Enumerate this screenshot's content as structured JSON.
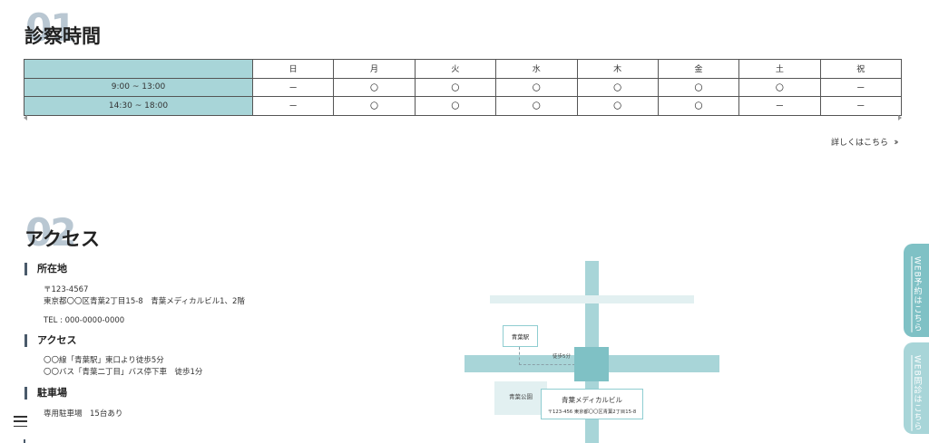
{
  "hours_section": {
    "number": "01",
    "title": "診察時間",
    "days": [
      "日",
      "月",
      "火",
      "水",
      "木",
      "金",
      "土",
      "祝"
    ],
    "rows": [
      {
        "time": "9:00 ~ 13:00",
        "marks": [
          "ー",
          "〇",
          "〇",
          "〇",
          "〇",
          "〇",
          "〇",
          "ー"
        ]
      },
      {
        "time": "14:30 ~ 18:00",
        "marks": [
          "ー",
          "〇",
          "〇",
          "〇",
          "〇",
          "〇",
          "ー",
          "ー"
        ]
      }
    ],
    "more_link": "詳しくはこちら",
    "more_icon": "double-chevron-right-icon"
  },
  "access_section": {
    "number": "02",
    "title": "アクセス",
    "location_heading": "所在地",
    "postal": "〒123-4567",
    "address": "東京都〇〇区青葉2丁目15-8　青葉メディカルビル1、2階",
    "tel": "TEL : 000-0000-0000",
    "access_heading": "アクセス",
    "access_line1": "〇〇線「青葉駅」東口より徒歩5分",
    "access_line2": "〇〇バス「青葉二丁目」バス停下車　徒歩1分",
    "parking_heading": "駐車場",
    "parking_text": "専用駐車場　15台あり"
  },
  "map": {
    "station": "青葉駅",
    "walk": "徒歩5分",
    "park": "青葉公園",
    "building_name": "青葉メディカルビル",
    "building_address": "〒123-456 東京都〇〇区青葉2丁目15-8"
  },
  "side_tabs": {
    "reserve": "WEB予約はこちら",
    "inquiry": "WEB問診はこちら"
  },
  "colors": {
    "accent": "#a8d5d8",
    "accent_dark": "#7fc1c5",
    "light": "#e2f0f1"
  }
}
